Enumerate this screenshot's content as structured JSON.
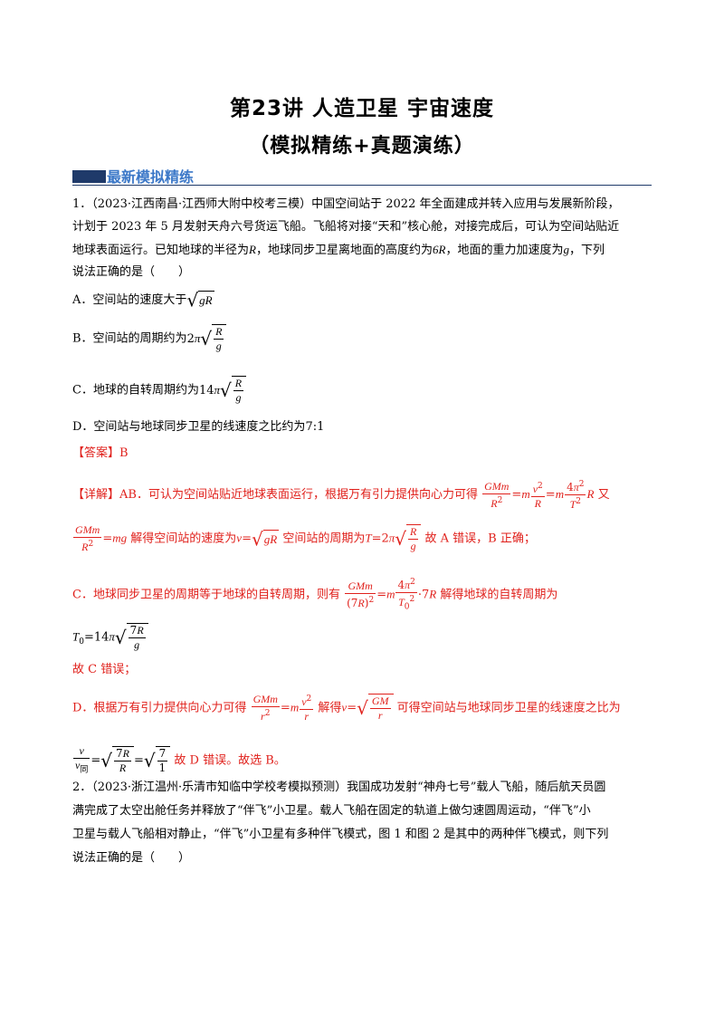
{
  "title": "第23讲  人造卫星  宇宙速度",
  "subtitle": "（模拟精练+真题演练）",
  "section": "最新模拟精练",
  "q1": {
    "l1": "1．（2023·江西南昌·江西师大附中校考三模）中国空间站于 2022 年全面建成并转入应用与发展新阶段，",
    "l2": "计划于 2023 年 5 月发射天舟六号货运飞船。飞船将对接“天和”核心舱，对接完成后，可认为空间站贴近",
    "l3a": "地球表面运行。已知地球的半径为",
    "l3b": "，地球同步卫星离地面的高度约为",
    "l3c": "，地面的重力加速度为",
    "l3d": "，下列",
    "l4": "说法正确的是（　　）",
    "optA": "A．空间站的速度大于",
    "optB": "B．空间站的周期约为",
    "optC": "C．地球的自转周期约为",
    "optD": "D．空间站与地球同步卫星的线速度之比约为",
    "ratio": "7:1",
    "answer": "【答案】B",
    "d1a": "【详解】AB．可认为空间站贴近地球表面运行，根据万有引力提供向心力可得",
    "d1b": "又",
    "d2a": "解得空间站的速度为",
    "d2b": "空间站的周期为",
    "d2c": "故 A 错误，B 正确；",
    "d3a": "C．地球同步卫星的周期等于地球的自转周期，则有",
    "d3b": "解得地球的自转周期为",
    "d5": "故 C 错误；",
    "d6a": "D．根据万有引力提供向心力可得",
    "d6b": "解得",
    "d6c": "可得空间站与地球同步卫星的线速度之比为",
    "d7": "故 D 错误。故选 B。"
  },
  "q2": {
    "l1": "2．（2023·浙江温州·乐清市知临中学校考模拟预测）我国成功发射“神舟七号”载人飞船，随后航天员圆",
    "l2": "满完成了太空出舱任务并释放了“伴飞”小卫星。载人飞船在固定的轨道上做匀速圆周运动，“伴飞”小",
    "l3": "卫星与载人飞船相对静止，“伴飞”小卫星有多种伴飞模式，图 1 和图 2 是其中的两种伴飞模式，则下列",
    "l4": "说法正确的是（　　）"
  }
}
